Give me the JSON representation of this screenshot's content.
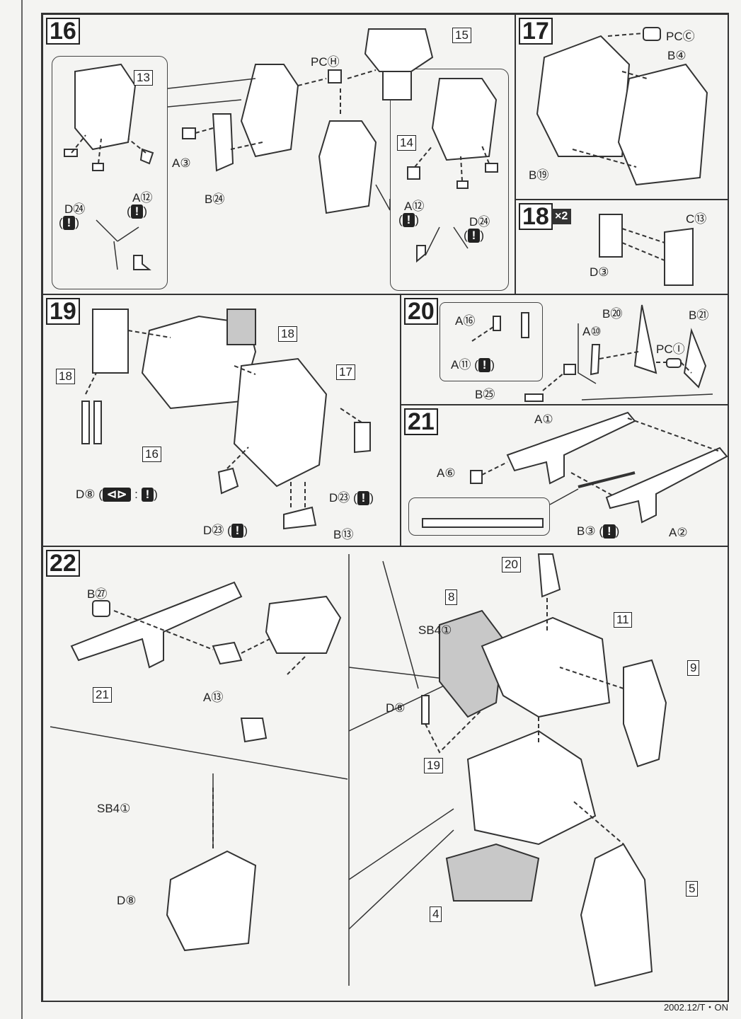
{
  "steps": {
    "s16": {
      "num": "16",
      "labels": {
        "pc_h": "PCⒽ",
        "a3": "A③",
        "b24": "B㉔",
        "a12": "A⑫",
        "d24": "D㉔",
        "warn": "!",
        "warn_wrap_open": "(",
        "warn_wrap_close": ")"
      },
      "boxes": {
        "b13": "13",
        "b14": "14",
        "b15": "15"
      }
    },
    "s17": {
      "num": "17",
      "labels": {
        "pc_c": "PCⒸ",
        "b4": "B④",
        "b19": "B⑲"
      }
    },
    "s18": {
      "num": "18",
      "badge": "×2",
      "labels": {
        "c13": "C⑬",
        "d3": "D③"
      }
    },
    "s19": {
      "num": "19",
      "labels": {
        "d8": "D⑧",
        "d23a": "D㉓",
        "d23b": "D㉓",
        "b13": "B⑬"
      },
      "boxes": {
        "b18a": "18",
        "b18b": "18",
        "b16": "16",
        "b17": "17"
      }
    },
    "s20": {
      "num": "20",
      "labels": {
        "a16": "A⑯",
        "a11": "A⑪",
        "b25": "B㉕",
        "b20": "B⑳",
        "b21": "B㉑",
        "a10": "A⑩",
        "pc_i": "PCⒾ"
      }
    },
    "s21": {
      "num": "21",
      "labels": {
        "a1": "A①",
        "a6": "A⑥",
        "b3": "B③",
        "a2": "A②"
      }
    },
    "s22": {
      "num": "22",
      "labels": {
        "b27": "B㉗",
        "a13": "A⑬",
        "sb4a": "SB4①",
        "d8a": "D⑧",
        "sb4b": "SB4①",
        "d8b": "D⑧"
      },
      "boxes": {
        "b21": "21",
        "b8": "8",
        "b20": "20",
        "b11": "11",
        "b9": "9",
        "b19": "19",
        "b5": "5",
        "b4": "4"
      }
    }
  },
  "footer": "2002.12/T・ON",
  "colors": {
    "line": "#333333",
    "paper": "#f4f4f2",
    "shade": "#c8c8c8"
  }
}
